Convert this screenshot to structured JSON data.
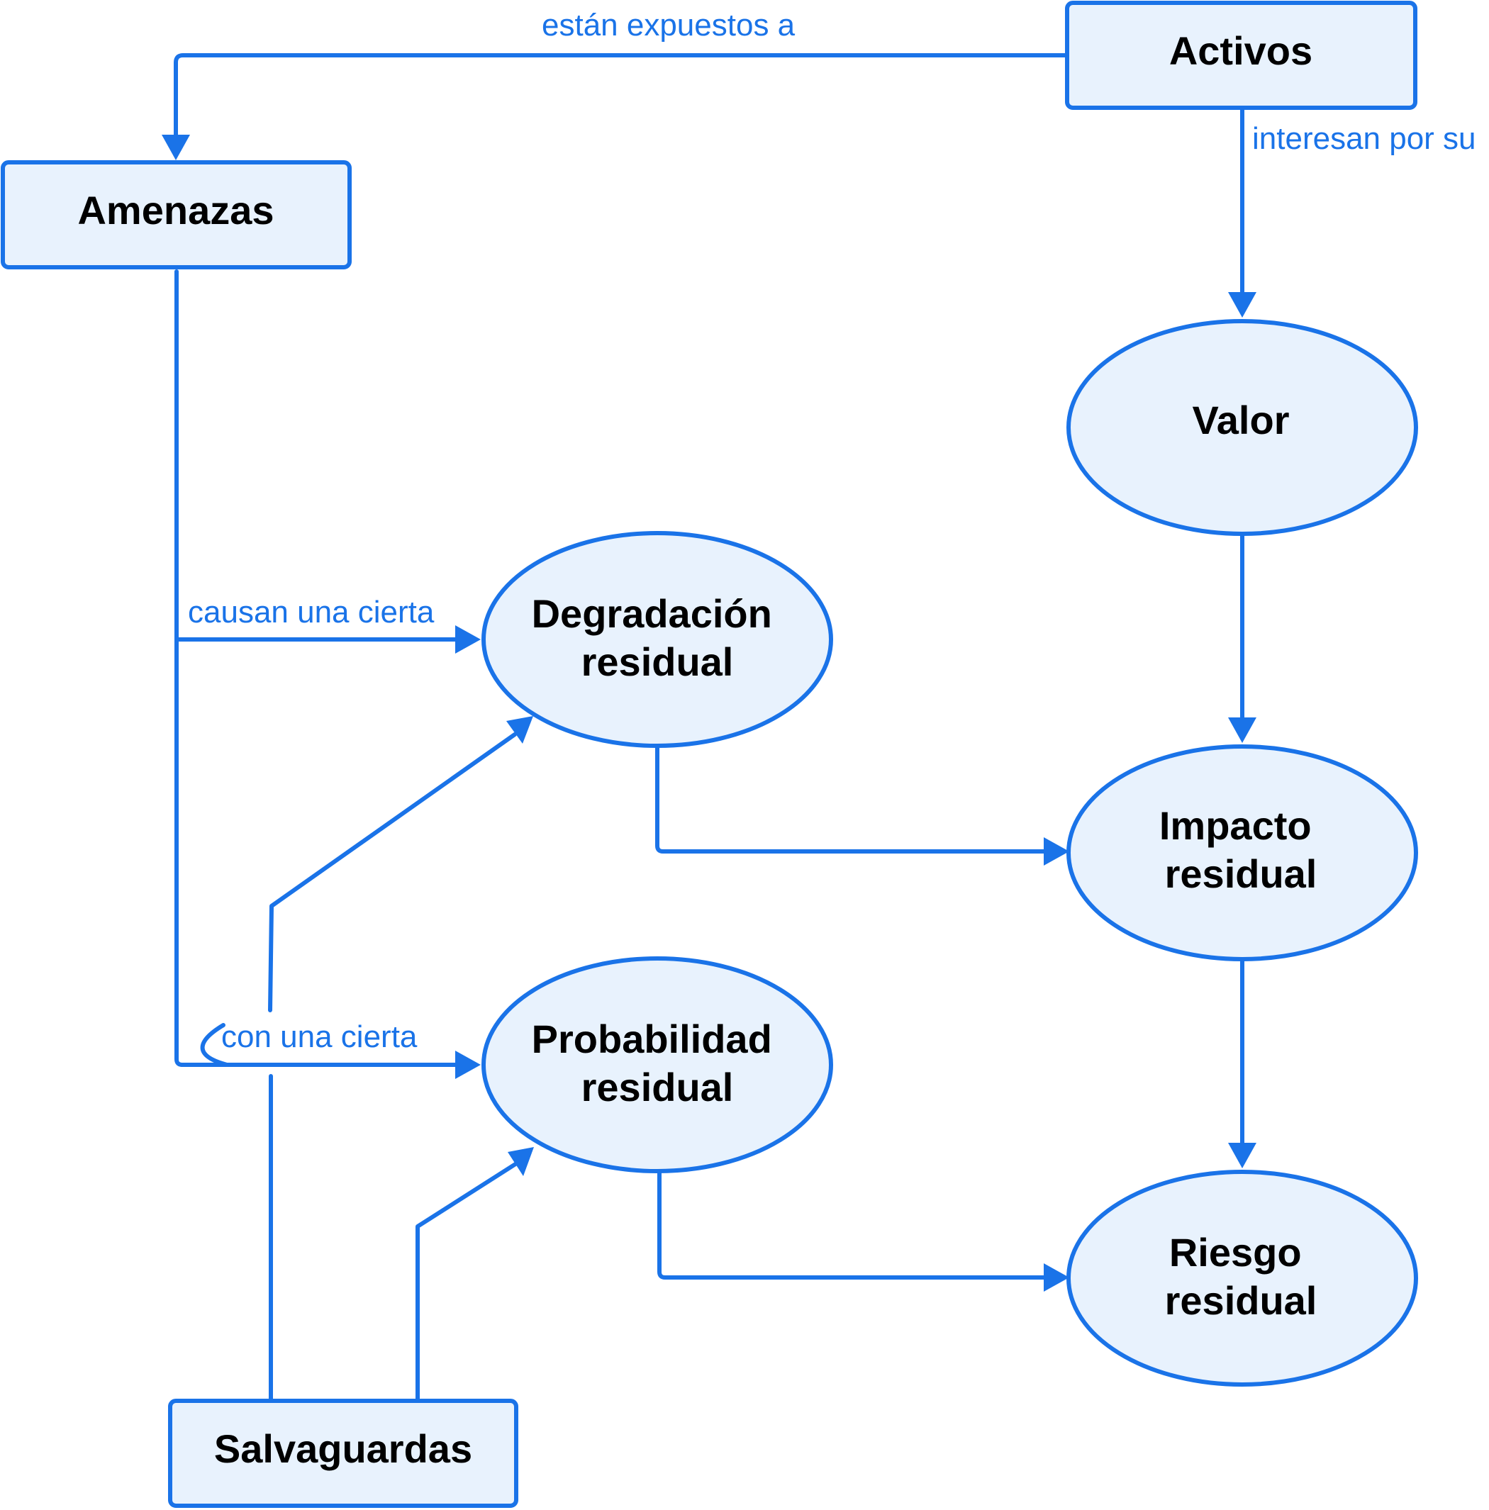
{
  "colors": {
    "stroke": "#1a73e8",
    "node_fill": "#e8f2fd",
    "label_text": "#1a73e8",
    "node_text": "#000000"
  },
  "nodes": {
    "activos": {
      "label": "Activos",
      "shape": "rectangle"
    },
    "amenazas": {
      "label": "Amenazas",
      "shape": "rectangle"
    },
    "valor": {
      "label": "Valor",
      "shape": "ellipse"
    },
    "degradacion": {
      "label_line1": "Degradación",
      "label_line2": "residual",
      "shape": "ellipse"
    },
    "impacto": {
      "label_line1": "Impacto",
      "label_line2": "residual",
      "shape": "ellipse"
    },
    "probabilidad": {
      "label_line1": "Probabilidad",
      "label_line2": "residual",
      "shape": "ellipse"
    },
    "riesgo": {
      "label_line1": "Riesgo",
      "label_line2": "residual",
      "shape": "ellipse"
    },
    "salvaguardas": {
      "label": "Salvaguardas",
      "shape": "rectangle"
    }
  },
  "edges": {
    "activos_amenazas": {
      "from": "Activos",
      "to": "Amenazas",
      "label": "están expuestos a"
    },
    "activos_valor": {
      "from": "Activos",
      "to": "Valor",
      "label": "interesan por su"
    },
    "amenazas_degradacion": {
      "from": "Amenazas",
      "to": "Degradación residual",
      "label": "causan una cierta"
    },
    "amenazas_probabilidad": {
      "from": "Amenazas",
      "to": "Probabilidad residual",
      "label": "con una cierta"
    },
    "valor_impacto": {
      "from": "Valor",
      "to": "Impacto residual",
      "label": ""
    },
    "degradacion_impacto": {
      "from": "Degradación residual",
      "to": "Impacto residual",
      "label": ""
    },
    "impacto_riesgo": {
      "from": "Impacto residual",
      "to": "Riesgo residual",
      "label": ""
    },
    "probabilidad_riesgo": {
      "from": "Probabilidad residual",
      "to": "Riesgo residual",
      "label": ""
    },
    "salvaguardas_degradacion": {
      "from": "Salvaguardas",
      "to": "Degradación residual",
      "label": ""
    },
    "salvaguardas_probabilidad": {
      "from": "Salvaguardas",
      "to": "Probabilidad residual",
      "label": ""
    }
  }
}
